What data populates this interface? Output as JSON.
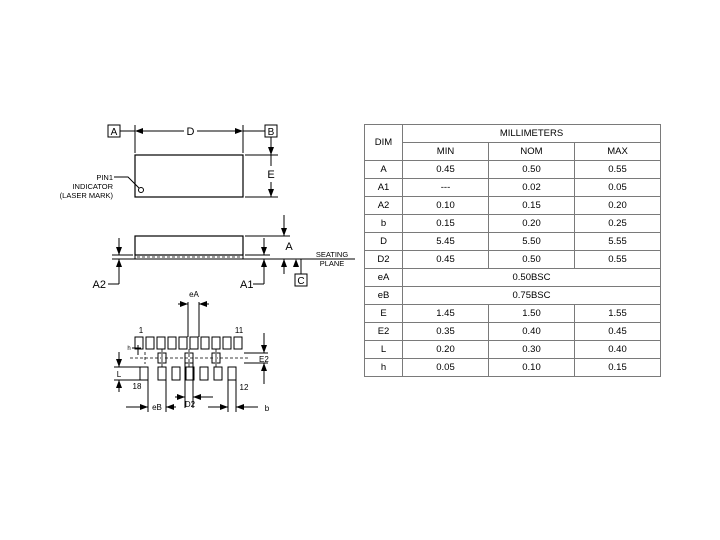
{
  "drawing": {
    "datum_a": "A",
    "datum_b": "B",
    "datum_c": "C",
    "dim_d": "D",
    "dim_e": "E",
    "dim_a": "A",
    "dim_a1": "A1",
    "dim_a2": "A2",
    "dim_ea": "eA",
    "dim_eb": "eB",
    "dim_d2": "D2",
    "dim_e2": "E2",
    "dim_l": "L",
    "dim_b": "b",
    "dim_h": "h",
    "pin_1": "1",
    "pin_11": "11",
    "pin_12": "12",
    "pin_18": "18",
    "pin1_line1": "PIN1",
    "pin1_line2": "INDICATOR",
    "pin1_line3": "(LASER MARK)",
    "seating_line1": "SEATING",
    "seating_line2": "PLANE"
  },
  "table": {
    "dim_header": "DIM",
    "unit_header": "MILLIMETERS",
    "col_min": "MIN",
    "col_nom": "NOM",
    "col_max": "MAX",
    "rows": [
      {
        "dim": "A",
        "min": "0.45",
        "nom": "0.50",
        "max": "0.55"
      },
      {
        "dim": "A1",
        "min": "---",
        "nom": "0.02",
        "max": "0.05"
      },
      {
        "dim": "A2",
        "min": "0.10",
        "nom": "0.15",
        "max": "0.20"
      },
      {
        "dim": "b",
        "min": "0.15",
        "nom": "0.20",
        "max": "0.25"
      },
      {
        "dim": "D",
        "min": "5.45",
        "nom": "5.50",
        "max": "5.55"
      },
      {
        "dim": "D2",
        "min": "0.45",
        "nom": "0.50",
        "max": "0.55"
      },
      {
        "dim": "eA",
        "bsc": "0.50BSC"
      },
      {
        "dim": "eB",
        "bsc": "0.75BSC"
      },
      {
        "dim": "E",
        "min": "1.45",
        "nom": "1.50",
        "max": "1.55"
      },
      {
        "dim": "E2",
        "min": "0.35",
        "nom": "0.40",
        "max": "0.45"
      },
      {
        "dim": "L",
        "min": "0.20",
        "nom": "0.30",
        "max": "0.40"
      },
      {
        "dim": "h",
        "min": "0.05",
        "nom": "0.10",
        "max": "0.15"
      }
    ]
  }
}
